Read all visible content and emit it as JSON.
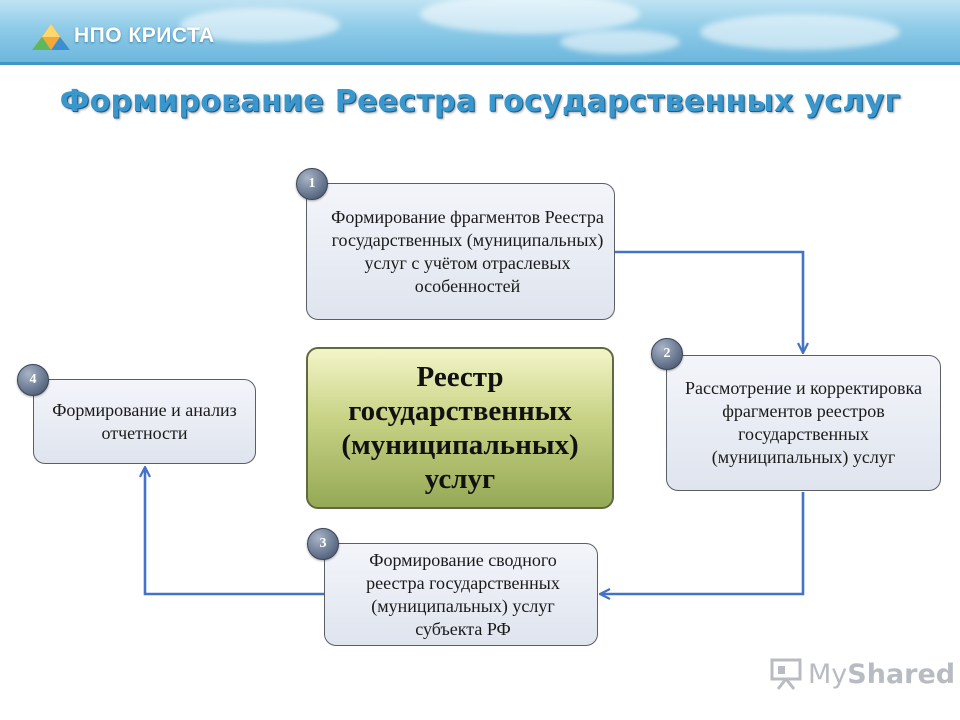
{
  "header": {
    "brand": "НПО КРИСТА"
  },
  "title": "Формирование Реестра государственных услуг",
  "center": {
    "text": "Реестр государственных (муниципальных) услуг"
  },
  "steps": [
    {
      "number": "1",
      "text": "Формирование фрагментов Реестра государственных (муниципальных) услуг с учётом отраслевых особенностей"
    },
    {
      "number": "2",
      "text": "Рассмотрение и корректировка фрагментов реестров государственных (муниципальных) услуг"
    },
    {
      "number": "3",
      "text": "Формирование сводного реестра государственных (муниципальных) услуг субъекта РФ"
    },
    {
      "number": "4",
      "text": "Формирование и анализ отчетности"
    }
  ],
  "watermark": {
    "prefix": "My",
    "suffix": "Shared"
  },
  "colors": {
    "arrow": "#4472c4",
    "title": "#3a97cd",
    "center_fill": "#c7d284",
    "box_fill": "#e6eaf2"
  }
}
